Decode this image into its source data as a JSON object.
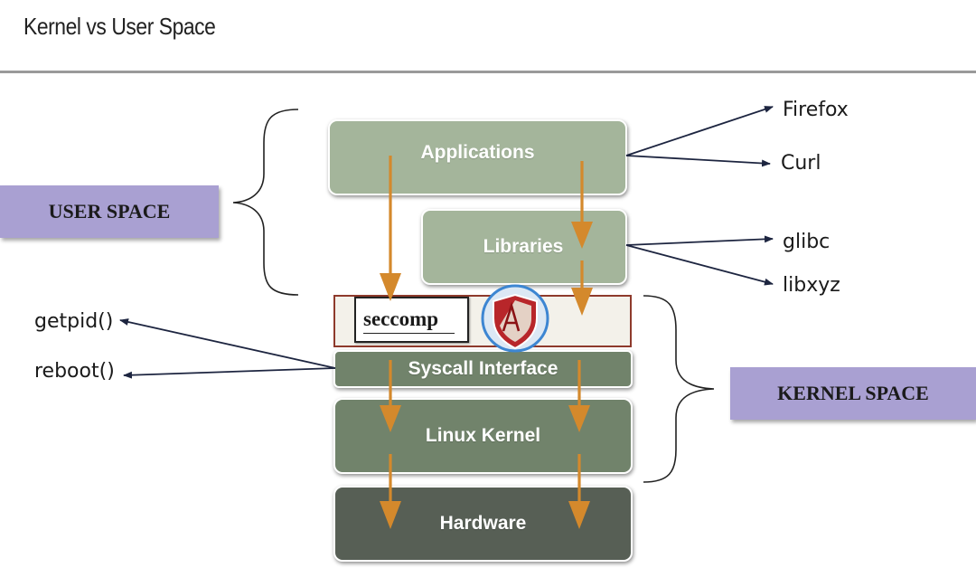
{
  "title": "Kernel vs User Space",
  "layers": {
    "applications": "Applications",
    "libraries": "Libraries",
    "syscall": "Syscall Interface",
    "kernel": "Linux Kernel",
    "hardware": "Hardware"
  },
  "seccomp_label": "seccomp",
  "user_space_label": "USER SPACE",
  "kernel_space_label": "KERNEL SPACE",
  "app_examples": [
    "Firefox",
    "Curl"
  ],
  "lib_examples": [
    "glibc",
    "libxyz"
  ],
  "syscall_examples": [
    "getpid()",
    "reboot()"
  ],
  "colors": {
    "upper_layer": "#a4b59b",
    "middle_layer": "#71836b",
    "hardware_layer": "#575f55",
    "arrow": "#d4892c",
    "tag": "#a9a0d2",
    "rule": "#9a9a9a"
  },
  "icons": [
    "shield-icon"
  ]
}
